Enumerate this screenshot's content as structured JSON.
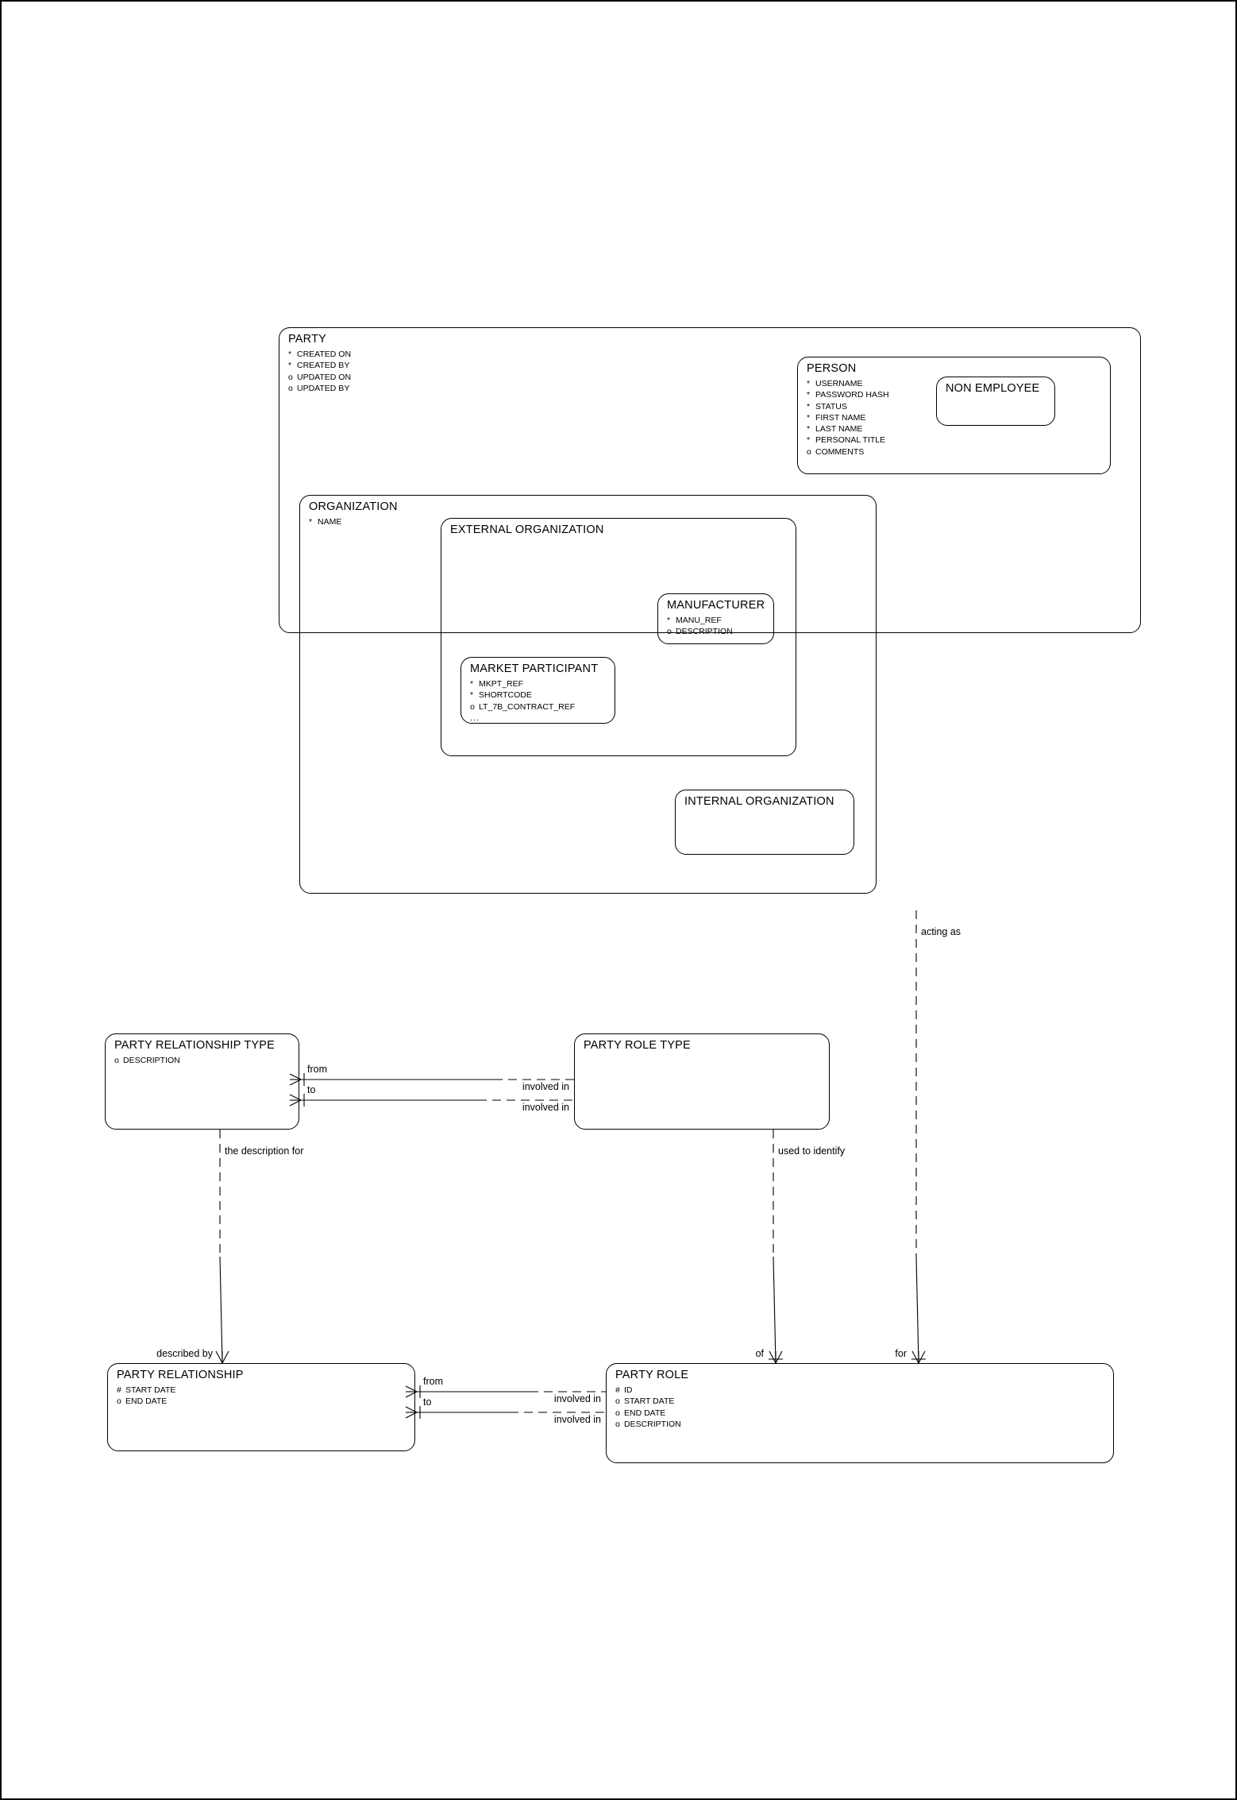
{
  "diagram": {
    "notation": "barker-er",
    "title": "PARTY data model",
    "mandatory_marker": "*",
    "optional_marker": "o",
    "primary_key_marker": "#",
    "ellipsis": "..."
  },
  "entities": {
    "party": {
      "name": "PARTY",
      "attributes": [
        {
          "marker": "*",
          "label": "CREATED ON"
        },
        {
          "marker": "*",
          "label": "CREATED BY"
        },
        {
          "marker": "o",
          "label": "UPDATED ON"
        },
        {
          "marker": "o",
          "label": "UPDATED BY"
        }
      ]
    },
    "person": {
      "name": "PERSON",
      "attributes": [
        {
          "marker": "*",
          "label": "USERNAME"
        },
        {
          "marker": "*",
          "label": "PASSWORD HASH"
        },
        {
          "marker": "*",
          "label": "STATUS"
        },
        {
          "marker": "*",
          "label": "FIRST NAME"
        },
        {
          "marker": "*",
          "label": "LAST NAME"
        },
        {
          "marker": "*",
          "label": "PERSONAL TITLE"
        },
        {
          "marker": "o",
          "label": "COMMENTS"
        }
      ]
    },
    "non_employee": {
      "name": "NON EMPLOYEE",
      "attributes": []
    },
    "organization": {
      "name": "ORGANIZATION",
      "attributes": [
        {
          "marker": "*",
          "label": "NAME"
        }
      ]
    },
    "external_organization": {
      "name": "EXTERNAL ORGANIZATION",
      "attributes": []
    },
    "manufacturer": {
      "name": "MANUFACTURER",
      "attributes": [
        {
          "marker": "*",
          "label": "MANU_REF"
        },
        {
          "marker": "o",
          "label": "DESCRIPTION"
        }
      ]
    },
    "market_participant": {
      "name": "MARKET PARTICIPANT",
      "attributes": [
        {
          "marker": "*",
          "label": "MKPT_REF"
        },
        {
          "marker": "*",
          "label": "SHORTCODE"
        },
        {
          "marker": "o",
          "label": "LT_7B_CONTRACT_REF"
        }
      ],
      "truncated": "..."
    },
    "internal_organization": {
      "name": "INTERNAL ORGANIZATION",
      "attributes": []
    },
    "party_relationship_type": {
      "name": "PARTY RELATIONSHIP TYPE",
      "attributes": [
        {
          "marker": "o",
          "label": "DESCRIPTION"
        }
      ]
    },
    "party_role_type": {
      "name": "PARTY ROLE TYPE",
      "attributes": []
    },
    "party_relationship": {
      "name": "PARTY RELATIONSHIP",
      "attributes": [
        {
          "marker": "#",
          "label": "START DATE"
        },
        {
          "marker": "o",
          "label": "END DATE"
        }
      ]
    },
    "party_role": {
      "name": "PARTY ROLE",
      "attributes": [
        {
          "marker": "#",
          "label": "ID"
        },
        {
          "marker": "o",
          "label": "START DATE"
        },
        {
          "marker": "o",
          "label": "END DATE"
        },
        {
          "marker": "o",
          "label": "DESCRIPTION"
        }
      ]
    }
  },
  "relationship_labels": {
    "prt_from": "from",
    "prt_to": "to",
    "prt_involved_in_1": "involved in",
    "prt_involved_in_2": "involved in",
    "pr_from": "from",
    "pr_to": "to",
    "pr_involved_in_1": "involved in",
    "pr_involved_in_2": "involved in",
    "the_description_for": "the description for",
    "described_by": "described by",
    "used_to_identify": "used to identify",
    "of": "of",
    "acting_as": "acting as",
    "for": "for"
  },
  "colors": {
    "line": "#000000",
    "text": "#000000",
    "background": "#ffffff"
  }
}
